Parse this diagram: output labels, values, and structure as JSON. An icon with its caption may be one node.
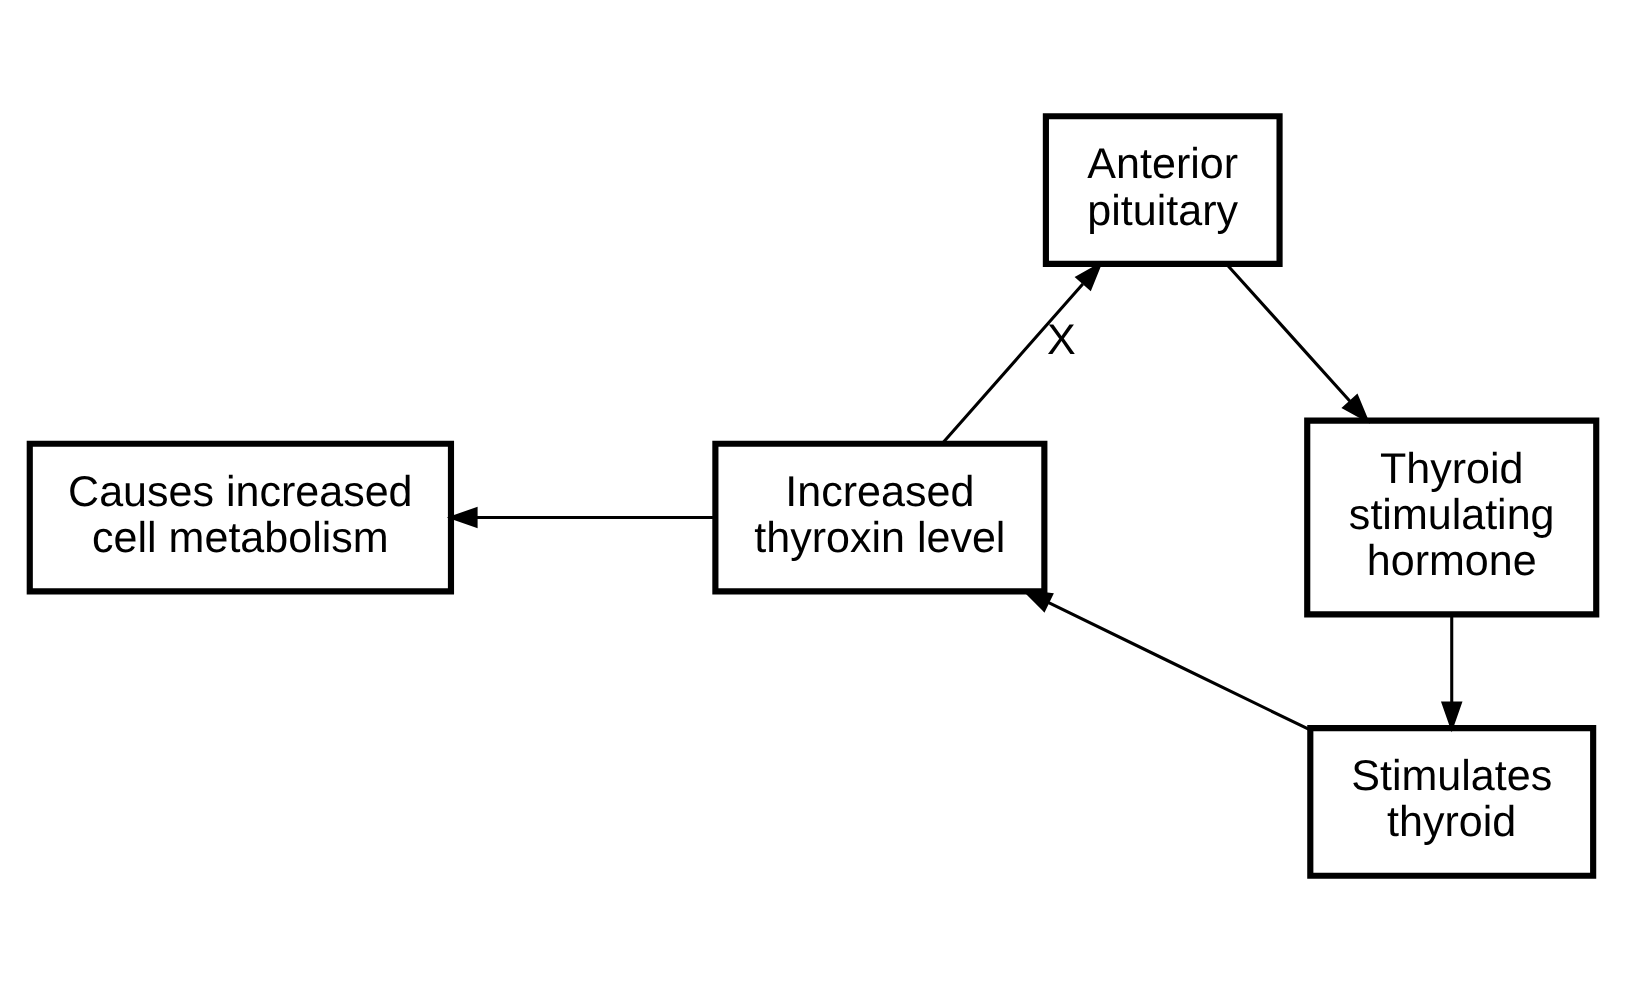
{
  "diagram": {
    "nodes": [
      {
        "text": [
          "Anterior pituitary"
        ]
      },
      {
        "text": [
          "Thyroid stimulating hormone"
        ]
      },
      {
        "text": [
          "Stimulates thyroid"
        ]
      },
      {
        "text": [
          "Increased thyroxin level"
        ]
      },
      {
        "text": [
          "Causes increased cell metabolism"
        ]
      }
    ],
    "edges": [
      {
        "from": 0,
        "to": 1,
        "arrow": "to"
      },
      {
        "from": 1,
        "to": 2,
        "arrow": "to"
      },
      {
        "from": 2,
        "to": 3,
        "arrow": "to"
      },
      {
        "from": 3,
        "to": 0,
        "arrow": "to",
        "label": "X"
      },
      {
        "from": 3,
        "to": 4,
        "arrow": "to"
      }
    ]
  }
}
